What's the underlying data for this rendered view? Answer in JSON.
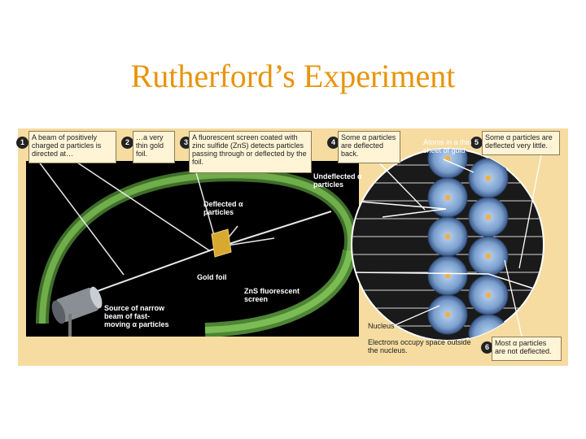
{
  "title": "Rutherford’s Experiment",
  "callouts": [
    {
      "num": "1",
      "text": "A beam of positively charged α particles is directed at…"
    },
    {
      "num": "2",
      "text": "…a very thin gold foil."
    },
    {
      "num": "3",
      "text": "A fluorescent screen coated with zinc sulfide (ZnS) detects particles passing through or deflected by the foil."
    },
    {
      "num": "4",
      "text": "Some α particles are deflected back."
    },
    {
      "num": "5",
      "text": "Some α particles are deflected very little."
    },
    {
      "num": "6",
      "text": "Most α particles are not deflected."
    }
  ],
  "labels": {
    "undeflected": "Undeflected α particles",
    "deflected": "Deflected α particles",
    "gold_foil": "Gold foil",
    "zns_screen": "ZnS fluorescent screen",
    "source": "Source of narrow beam of fast-moving α particles",
    "atoms": "Atoms in a thin sheet of gold",
    "nucleus": "Nucleus",
    "electrons": "Electrons occupy space outside the nucleus."
  },
  "colors": {
    "title": "#e8940c",
    "panel": "#f6dca0",
    "screen_green": "#5e9b3f",
    "atom_blue": "#6f95c9",
    "nucleus_orange": "#e8a040"
  }
}
